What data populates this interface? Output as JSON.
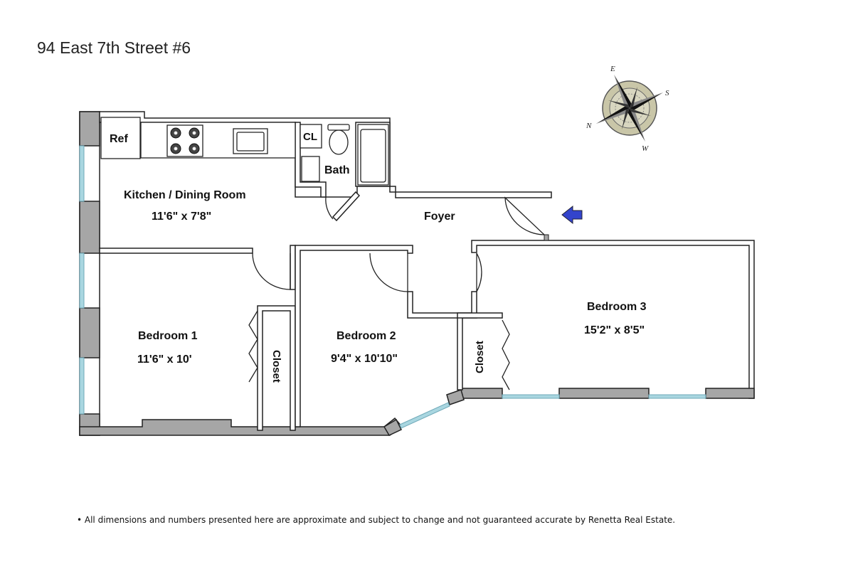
{
  "title": "94 East 7th Street #6",
  "disclaimer": "• All dimensions and numbers presented here are approximate and subject to change and not guaranteed accurate by Renetta Real Estate.",
  "rooms": {
    "kitchen": {
      "name": "Kitchen / Dining Room",
      "size": "11'6\" x 7'8\""
    },
    "bedroom1": {
      "name": "Bedroom 1",
      "size": "11'6\" x 10'"
    },
    "bedroom2": {
      "name": "Bedroom 2",
      "size": "9'4\" x 10'10\""
    },
    "bedroom3": {
      "name": "Bedroom 3",
      "size": "15'2\" x 8'5\""
    },
    "foyer": {
      "name": "Foyer"
    },
    "bath": {
      "name": "Bath"
    },
    "closet_cl": {
      "name": "CL"
    },
    "ref": {
      "name": "Ref"
    },
    "closet1": {
      "name": "Closet"
    },
    "closet3": {
      "name": "Closet"
    }
  },
  "compass": {
    "e": "E",
    "s": "S",
    "n": "N",
    "w": "W"
  },
  "colors": {
    "wall": "#a6a6a6",
    "wall_stroke": "#222222",
    "window": "#a9d6e0",
    "entry_arrow": "#3344cc"
  }
}
